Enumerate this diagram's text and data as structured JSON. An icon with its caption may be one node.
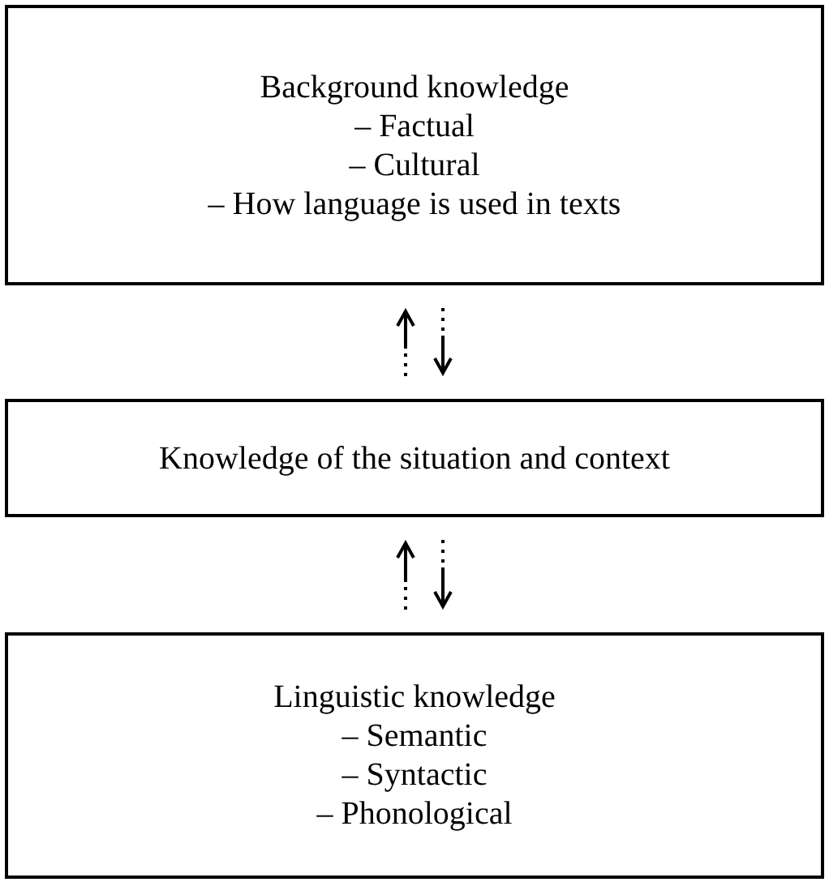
{
  "diagram": {
    "nodes": [
      {
        "text": [
          "Background knowledge",
          "– Factual",
          "– Cultural",
          "– How language is used in texts"
        ]
      },
      {
        "text": [
          "Knowledge of the situation and context"
        ]
      },
      {
        "text": [
          "Linguistic knowledge",
          "– Semantic",
          "– Syntactic",
          "– Phonological"
        ]
      }
    ],
    "edges": [
      {
        "from": 1,
        "to": 0,
        "arrow": "to"
      },
      {
        "from": 0,
        "to": 1,
        "arrow": "to"
      },
      {
        "from": 2,
        "to": 1,
        "arrow": "to"
      },
      {
        "from": 1,
        "to": 2,
        "arrow": "to"
      }
    ]
  }
}
